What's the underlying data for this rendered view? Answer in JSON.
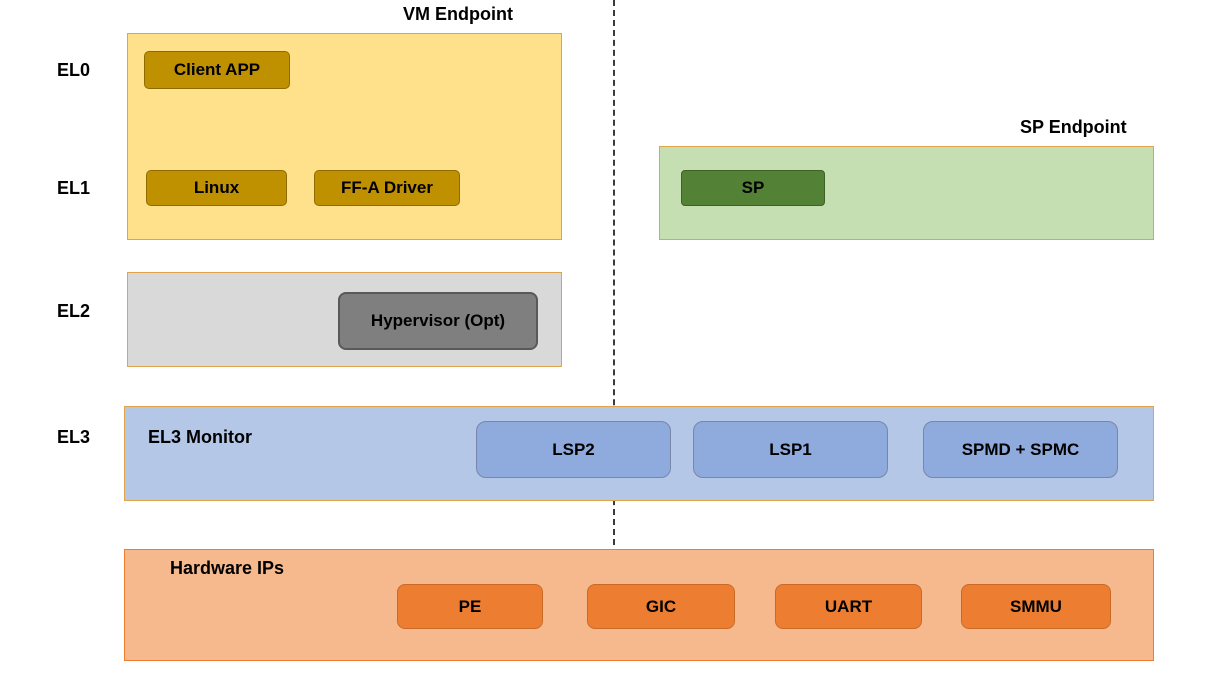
{
  "levels": {
    "el0": "EL0",
    "el1": "EL1",
    "el2": "EL2",
    "el3": "EL3"
  },
  "vm_endpoint": {
    "title": "VM Endpoint",
    "client_app": "Client APP",
    "linux": "Linux",
    "ffa_driver": "FF-A Driver"
  },
  "sp_endpoint": {
    "title": "SP Endpoint",
    "sp": "SP"
  },
  "el2_layer": {
    "hypervisor": "Hypervisor (Opt)"
  },
  "el3_layer": {
    "title": "EL3 Monitor",
    "lsp2": "LSP2",
    "lsp1": "LSP1",
    "spmd_spmc": "SPMD + SPMC"
  },
  "hardware": {
    "title": "Hardware IPs",
    "items": [
      "PE",
      "GIC",
      "UART",
      "SMMU"
    ]
  },
  "colors": {
    "vm_container_fill": "#FFE18C",
    "gold_node_fill": "#BF9000",
    "sp_container_fill": "#C5DFB3",
    "sp_node_fill": "#538135",
    "el2_container_fill": "#D9D9D9",
    "hypervisor_fill": "#7F7F7F",
    "el3_container_fill": "#B4C7E7",
    "el3_node_fill": "#8FAADC",
    "hw_container_fill": "#F6B98D",
    "hw_node_fill": "#ED7D31",
    "container_border": "#E0A44C",
    "dashed_line": "#3B3B3B"
  }
}
